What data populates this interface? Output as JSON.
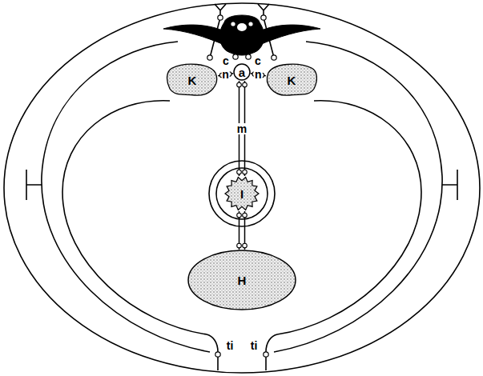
{
  "diagram": {
    "nodes": [
      {
        "text": [
          "K"
        ]
      },
      {
        "text": [
          "a"
        ]
      },
      {
        "text": [
          "K"
        ]
      },
      {
        "text": [
          "I"
        ]
      },
      {
        "text": [
          "H"
        ]
      }
    ],
    "edges": [
      {
        "from": 1,
        "to": 0,
        "label": "n",
        "arrow": "none"
      },
      {
        "from": 1,
        "to": 2,
        "label": "n",
        "arrow": "none"
      },
      {
        "from": 1,
        "to": 3,
        "label": "m",
        "arrow": "none"
      },
      {
        "from": 3,
        "to": 4,
        "arrow": "none"
      }
    ],
    "labels": [
      "c",
      "c",
      "ti",
      "ti"
    ]
  }
}
